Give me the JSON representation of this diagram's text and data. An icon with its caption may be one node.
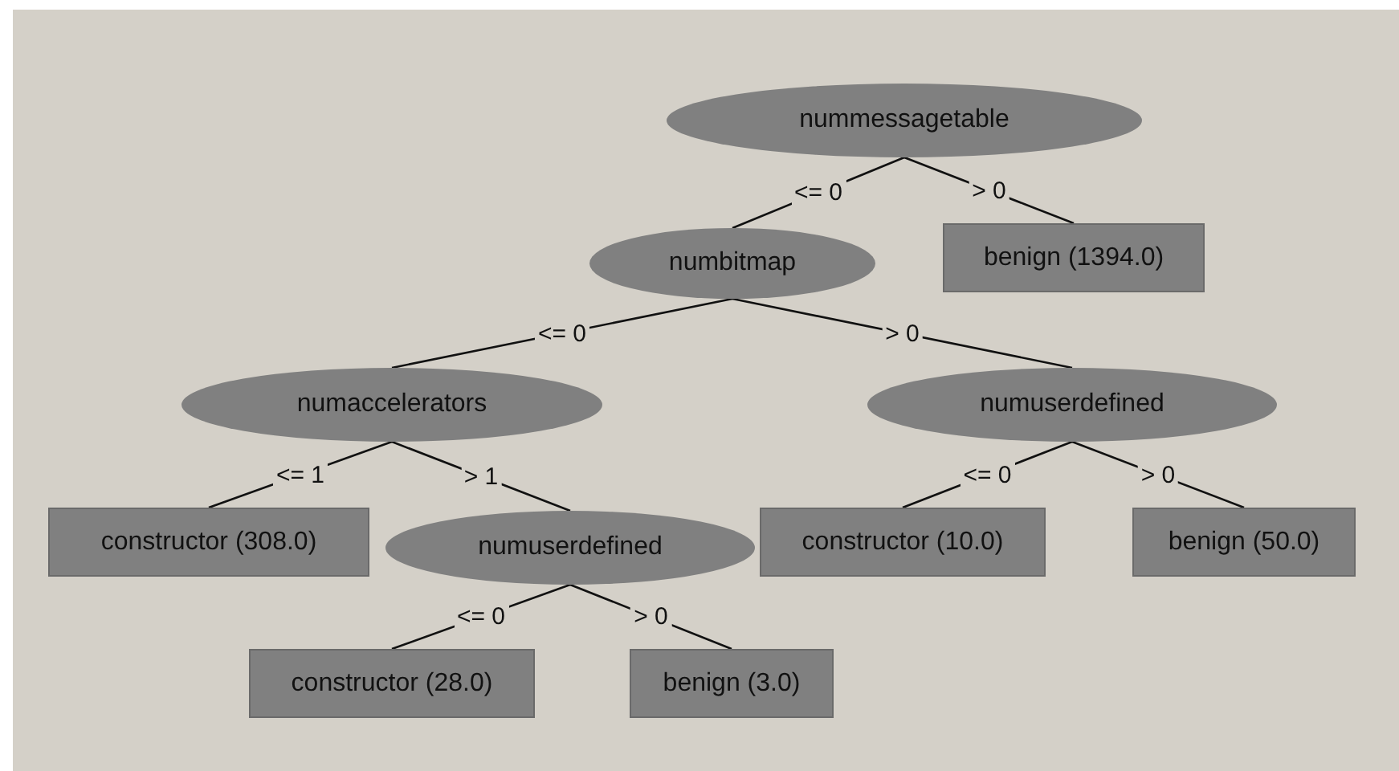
{
  "diagram": {
    "nodes": [
      {
        "text": [
          "nummessagetable"
        ]
      },
      {
        "text": [
          "numbitmap"
        ]
      },
      {
        "text": [
          "benign (1394.0)"
        ]
      },
      {
        "text": [
          "numaccelerators"
        ]
      },
      {
        "text": [
          "numuserdefined"
        ]
      },
      {
        "text": [
          "constructor (308.0)"
        ]
      },
      {
        "text": [
          "numuserdefined"
        ]
      },
      {
        "text": [
          "constructor (10.0)"
        ]
      },
      {
        "text": [
          "benign (50.0)"
        ]
      },
      {
        "text": [
          "constructor (28.0)"
        ]
      },
      {
        "text": [
          "benign (3.0)"
        ]
      }
    ],
    "edges": [
      {
        "from": 0,
        "to": 1,
        "arrow": "none",
        "label": "<= 0"
      },
      {
        "from": 0,
        "to": 2,
        "arrow": "none",
        "label": "> 0"
      },
      {
        "from": 1,
        "to": 3,
        "arrow": "none",
        "label": "<= 0"
      },
      {
        "from": 1,
        "to": 4,
        "arrow": "none",
        "label": "> 0"
      },
      {
        "from": 3,
        "to": 5,
        "arrow": "none",
        "label": "<= 1"
      },
      {
        "from": 3,
        "to": 6,
        "arrow": "none",
        "label": "> 1"
      },
      {
        "from": 4,
        "to": 7,
        "arrow": "none",
        "label": "<= 0"
      },
      {
        "from": 4,
        "to": 8,
        "arrow": "none",
        "label": "> 0"
      },
      {
        "from": 6,
        "to": 9,
        "arrow": "none",
        "label": "<= 0"
      },
      {
        "from": 6,
        "to": 10,
        "arrow": "none",
        "label": "> 0"
      }
    ]
  }
}
